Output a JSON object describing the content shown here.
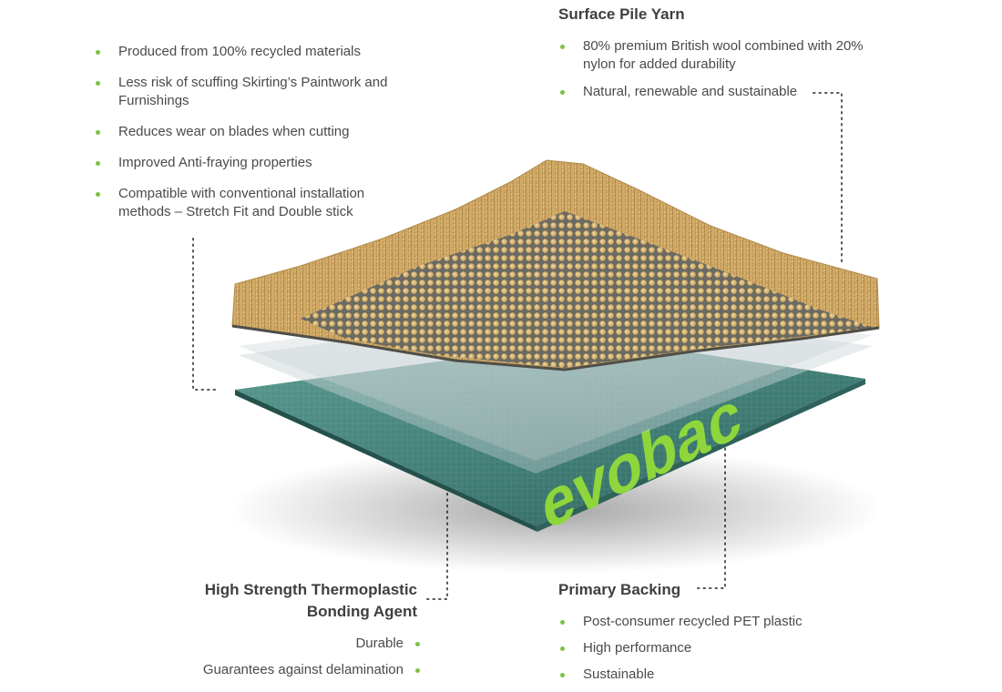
{
  "features": {
    "items": [
      {
        "text": "Produced from 100% recycled materials"
      },
      {
        "text": "Less risk of scuffing Skirting’s Paintwork and Furnishings"
      },
      {
        "text": "Reduces wear on blades when cutting"
      },
      {
        "text": "Improved Anti-fraying properties"
      },
      {
        "text": "Compatible with conventional installation methods – Stretch Fit and Double stick"
      }
    ]
  },
  "surface_pile_yarn": {
    "heading": "Surface Pile Yarn",
    "items": [
      {
        "text": "80% premium British wool combined with 20% nylon for added durability"
      },
      {
        "text": "Natural, renewable and sustainable"
      }
    ]
  },
  "bonding_agent": {
    "heading": "High Strength Thermoplastic Bonding Agent",
    "items": [
      {
        "text": "Durable"
      },
      {
        "text": "Guarantees against delamination"
      }
    ]
  },
  "primary_backing": {
    "heading": "Primary Backing",
    "items": [
      {
        "text": "Post-consumer recycled PET plastic"
      },
      {
        "text": "High performance"
      },
      {
        "text": "Sustainable"
      }
    ]
  },
  "brand": {
    "logo_text": "evobac"
  },
  "colors": {
    "bullet": "#7dc242",
    "backing": "#3d7a72",
    "logo": "#8ed63c",
    "yarn": "#d9b46e",
    "text": "#4a4a4a"
  }
}
